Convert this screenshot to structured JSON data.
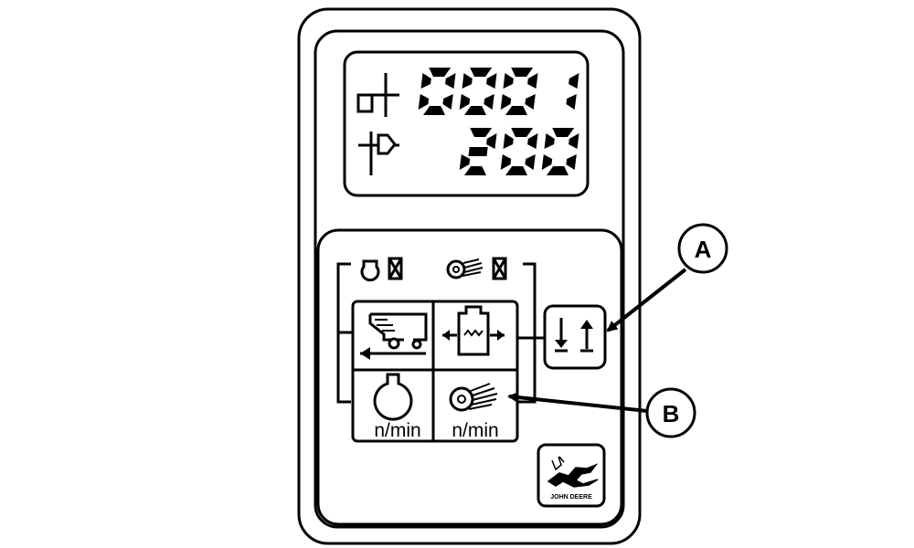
{
  "display": {
    "line1_value": "0001",
    "line2_value": "200"
  },
  "buttons": [
    {
      "name": "ground-speed",
      "unit": ""
    },
    {
      "name": "bale-chamber-pressure",
      "unit": ""
    },
    {
      "name": "engine-speed",
      "unit": "n/min"
    },
    {
      "name": "pto-speed",
      "unit": "n/min"
    }
  ],
  "callouts": {
    "a": "A",
    "b": "B"
  },
  "brand": {
    "text": "JOHN DEERE"
  },
  "icons": [
    "bale-counter-icon",
    "bale-size-icon",
    "engine-status-icon",
    "pickup-status-icon",
    "baler-icon",
    "pressure-icon",
    "engine-icon",
    "pickup-reel-icon",
    "scroll-arrows-icon",
    "deer-logo-icon"
  ],
  "colors": {
    "ink": "#000000",
    "paper": "#ffffff"
  }
}
